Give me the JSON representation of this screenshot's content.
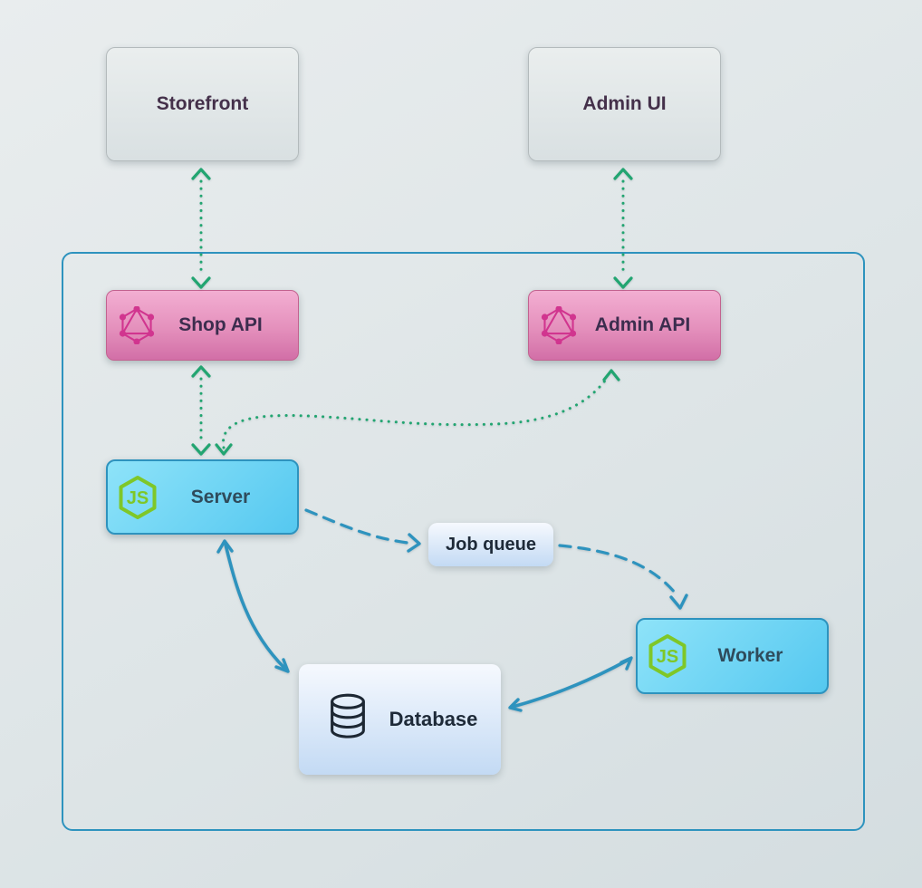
{
  "diagram": {
    "nodes": {
      "storefront": {
        "label": "Storefront",
        "type": "external-client"
      },
      "admin_ui": {
        "label": "Admin UI",
        "type": "external-client"
      },
      "shop_api": {
        "label": "Shop API",
        "icon": "graphql-icon"
      },
      "admin_api": {
        "label": "Admin API",
        "icon": "graphql-icon"
      },
      "server": {
        "label": "Server",
        "icon": "nodejs-icon"
      },
      "job_queue": {
        "label": "Job queue"
      },
      "worker": {
        "label": "Worker",
        "icon": "nodejs-icon"
      },
      "database": {
        "label": "Database",
        "icon": "database-icon"
      }
    },
    "edges": [
      {
        "from": "storefront",
        "to": "shop_api",
        "style": "dotted",
        "color": "#22a571",
        "bidirectional": true
      },
      {
        "from": "admin_ui",
        "to": "admin_api",
        "style": "dotted",
        "color": "#22a571",
        "bidirectional": true
      },
      {
        "from": "shop_api",
        "to": "server",
        "style": "dotted",
        "color": "#22a571",
        "bidirectional": true
      },
      {
        "from": "server",
        "to": "admin_api",
        "style": "dotted",
        "color": "#22a571",
        "bidirectional": true
      },
      {
        "from": "server",
        "to": "job_queue",
        "style": "dashed",
        "color": "#2e93be",
        "bidirectional": false
      },
      {
        "from": "job_queue",
        "to": "worker",
        "style": "dashed",
        "color": "#2e93be",
        "bidirectional": false
      },
      {
        "from": "server",
        "to": "database",
        "style": "solid",
        "color": "#2e93be",
        "bidirectional": true
      },
      {
        "from": "database",
        "to": "worker",
        "style": "solid",
        "color": "#2e93be",
        "bidirectional": true
      }
    ],
    "colors": {
      "background_top": "#e9edee",
      "background_bottom": "#d4dde0",
      "container_border": "#2e93be",
      "external_fill_top": "#eaeeee",
      "external_fill_bottom": "#d9e0e2",
      "external_border": "#b3babc",
      "api_fill_top": "#f3aed2",
      "api_fill_bottom": "#d26fa7",
      "node_fill_top": "#8ee3f9",
      "node_fill_bottom": "#55c8f0",
      "queue_fill_top": "#f6f9fe",
      "queue_fill_bottom": "#c3daf4",
      "graphql_icon": "#d1358f",
      "nodejs_icon": "#7fc728",
      "green_arrow": "#22a571",
      "blue_arrow": "#2e93be"
    }
  }
}
